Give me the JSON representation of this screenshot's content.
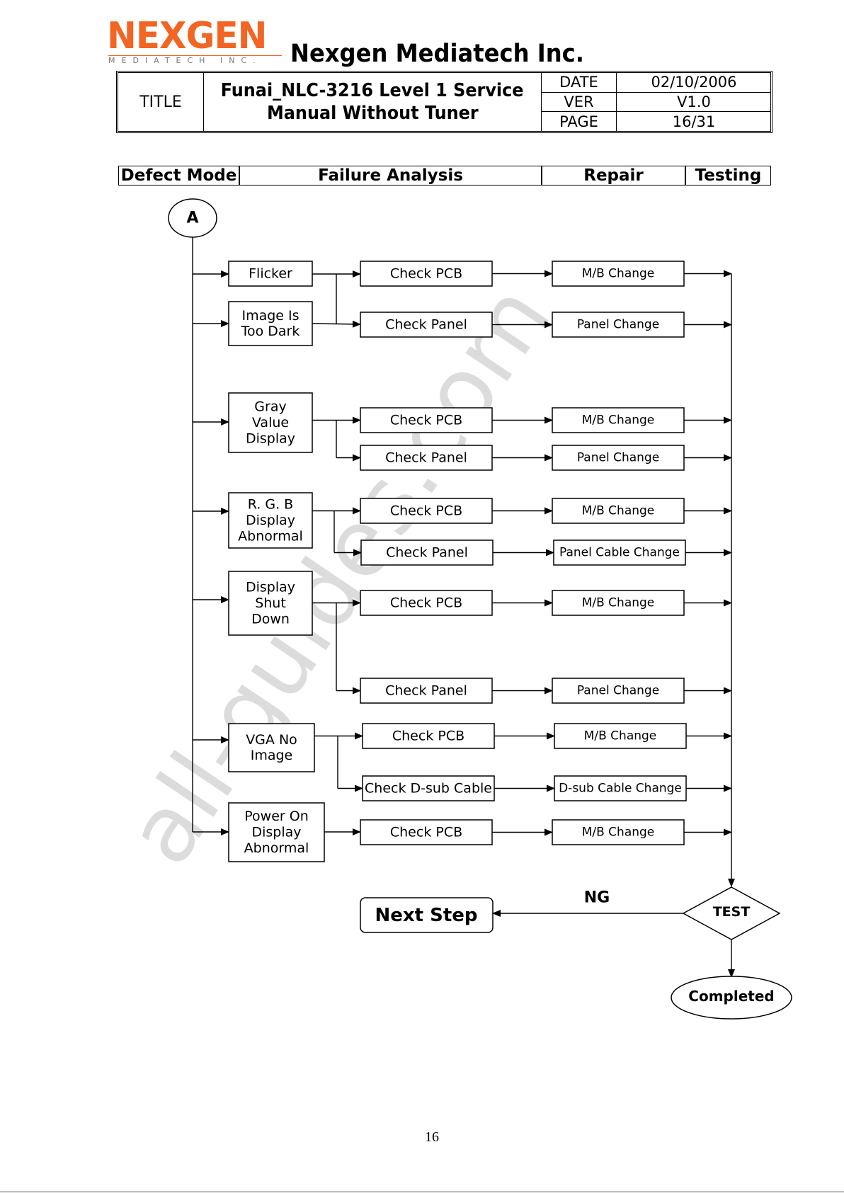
{
  "header": {
    "logo_text": "NEXGEN",
    "logo_subtext": "MEDIATECH INC.",
    "company": "Nexgen Mediatech Inc.",
    "title_label": "TITLE",
    "title": "Funai_NLC-3216 Level 1 Service Manual Without Tuner",
    "title_line1": "Funai_NLC-3216 Level 1 Service",
    "title_line2": "Manual Without Tuner",
    "date_label": "DATE",
    "date": "02/10/2006",
    "ver_label": "VER",
    "ver": "V1.0",
    "page_label": "PAGE",
    "page": "16/31"
  },
  "columns": [
    "Defect Mode",
    "Failure Analysis",
    "Repair",
    "Testing"
  ],
  "flow": {
    "start": "A",
    "defects": [
      {
        "lines": [
          "Flicker"
        ]
      },
      {
        "lines": [
          "Image Is",
          "Too Dark"
        ]
      },
      {
        "lines": [
          "Gray",
          "Value",
          "Display"
        ]
      },
      {
        "lines": [
          "R. G. B",
          "Display",
          "Abnormal"
        ]
      },
      {
        "lines": [
          "Display",
          "Shut",
          "Down"
        ]
      },
      {
        "lines": [
          "VGA No",
          "Image"
        ]
      },
      {
        "lines": [
          "Power On",
          "Display",
          "Abnormal"
        ]
      }
    ],
    "checks": [
      "Check PCB",
      "Check Panel",
      "Check PCB",
      "Check Panel",
      "Check PCB",
      "Check Panel",
      "Check PCB",
      "Check Panel",
      "Check PCB",
      "Check D-sub Cable",
      "Check PCB"
    ],
    "repairs": [
      "M/B Change",
      "Panel Change",
      "M/B Change",
      "Panel Change",
      "M/B Change",
      "Panel Cable Change",
      "M/B Change",
      "Panel Change",
      "M/B Change",
      "D-sub Cable Change",
      "M/B Change"
    ],
    "test": "TEST",
    "ng_label": "NG",
    "next_step": "Next Step",
    "completed": "Completed"
  },
  "watermark": "all-guides.com",
  "page_number": "16",
  "colors": {
    "logo": "#f26522",
    "watermark": "#d9d9d9"
  }
}
